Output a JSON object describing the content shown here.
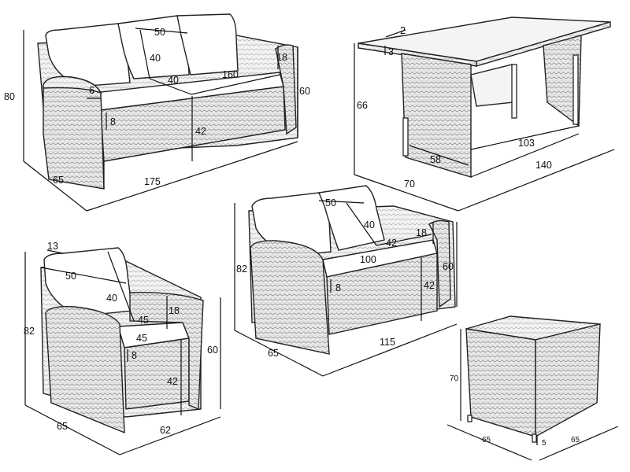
{
  "diagram": {
    "sofa3": {
      "dims": [
        "50",
        "40",
        "40",
        "160",
        "18",
        "80",
        "60",
        "6",
        "8",
        "42",
        "65",
        "175"
      ]
    },
    "table": {
      "dims": [
        "2",
        "3",
        "66",
        "103",
        "58",
        "70",
        "140"
      ]
    },
    "loveseat": {
      "dims": [
        "50",
        "40",
        "42",
        "18",
        "100",
        "82",
        "60",
        "8",
        "42",
        "65",
        "115"
      ]
    },
    "chair": {
      "dims": [
        "13",
        "50",
        "40",
        "18",
        "45",
        "45",
        "82",
        "60",
        "8",
        "42",
        "65",
        "62"
      ]
    },
    "side_table": {
      "dims": [
        "70",
        "65",
        "5",
        "65"
      ]
    }
  }
}
